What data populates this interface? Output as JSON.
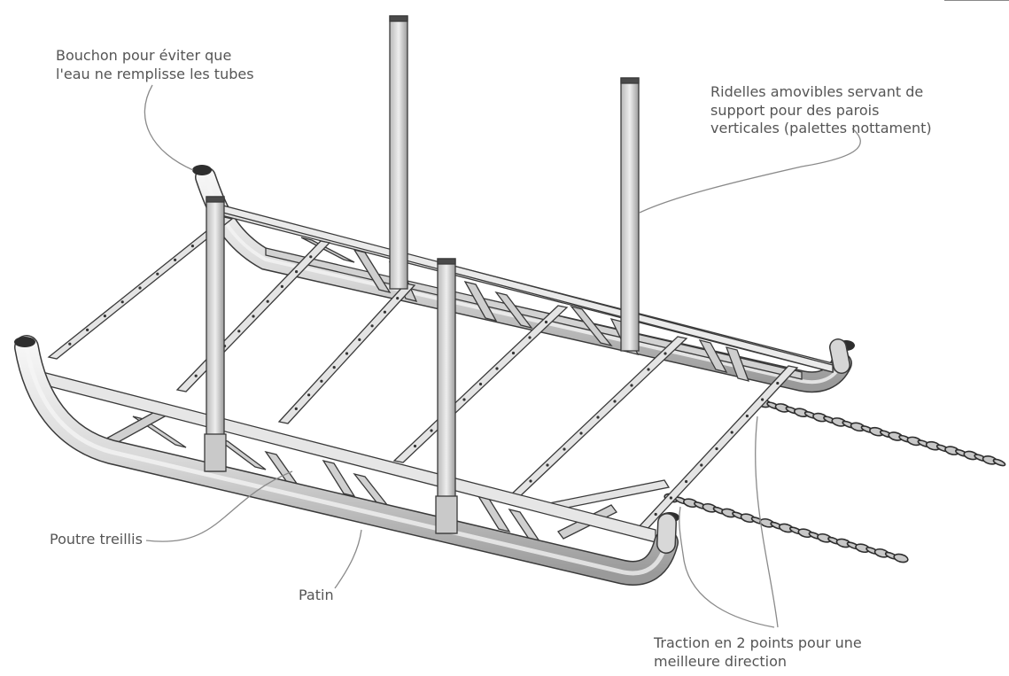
{
  "annotations": {
    "bouchon": {
      "line1": "Bouchon pour éviter que",
      "line2": "l'eau ne remplisse les tubes"
    },
    "ridelles": {
      "line1": "Ridelles amovibles servant de",
      "line2": "support pour des parois",
      "line3": "verticales (palettes nottament)"
    },
    "poutre": {
      "text": "Poutre treillis"
    },
    "patin": {
      "text": "Patin"
    },
    "traction": {
      "line1": "Traction en 2 points pour une",
      "line2": "meilleure direction"
    }
  },
  "colors": {
    "metal_fill": "#dcdcdc",
    "metal_edge": "#3a3a3a",
    "leader": "#8a8a8a",
    "label_text": "#555555"
  }
}
